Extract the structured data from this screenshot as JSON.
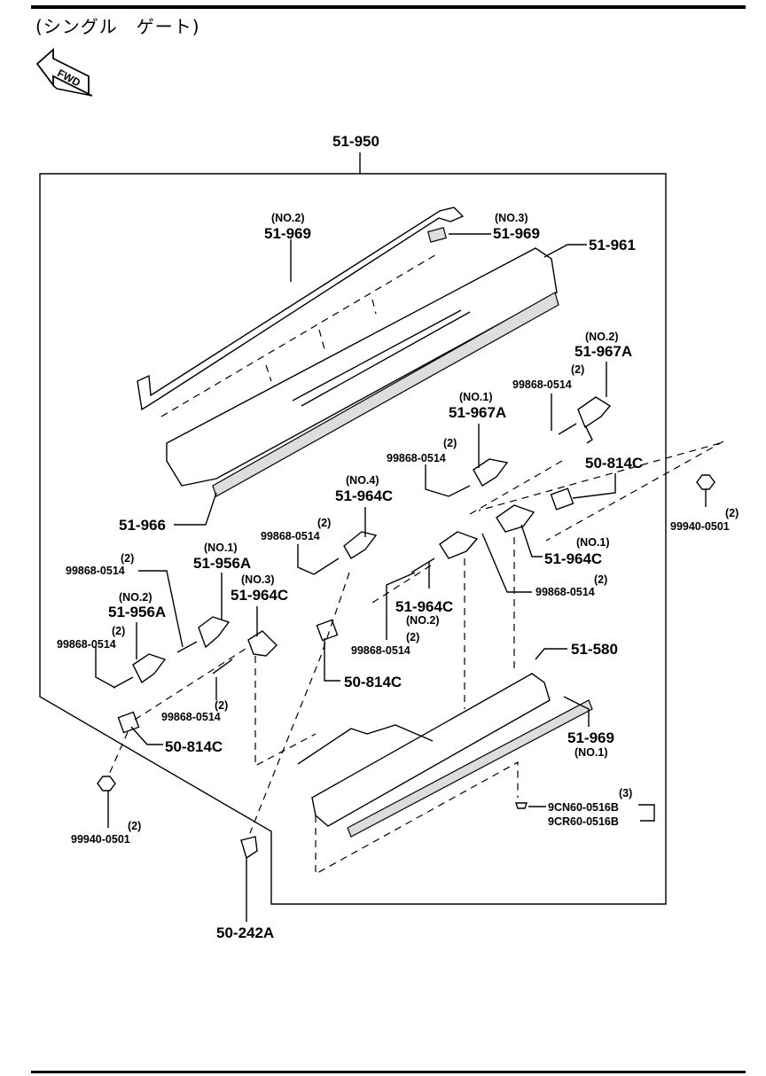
{
  "header": {
    "title": "(シングル　ゲート)",
    "fwd_label": "FWD"
  },
  "callouts": {
    "assy": "51-950",
    "molding_no2_tag": "(NO.2)",
    "molding_no2": "51-969",
    "molding_no3_tag": "(NO.3)",
    "molding_no3": "51-969",
    "spoiler": "51-961",
    "seal": "51-966",
    "br967_no2_tag": "(NO.2)",
    "br967_no2": "51-967A",
    "br967_no2_bolt_qty": "(2)",
    "br967_no2_bolt": "99868-0514",
    "br967_no1_tag": "(NO.1)",
    "br967_no1": "51-967A",
    "br967_no1_bolt_qty": "(2)",
    "br967_no1_bolt": "99868-0514",
    "clip_right": "50-814C",
    "nut_right_qty": "(2)",
    "nut_right": "99940-0501",
    "br964_no4_tag": "(NO.4)",
    "br964_no4": "51-964C",
    "br964_no4_bolt_qty": "(2)",
    "br964_no4_bolt": "99868-0514",
    "br964_no1_tag": "(NO.1)",
    "br964_no1": "51-964C",
    "br964_no1_bolt_qty": "(2)",
    "br964_no1_bolt": "99868-0514",
    "br964_no2": "51-964C",
    "br964_no2_tag": "(NO.2)",
    "br964_no2_bolt_qty": "(2)",
    "br964_no2_bolt": "99868-0514",
    "br956_no1_bolt_qty": "(2)",
    "br956_no1_bolt": "99868-0514",
    "br956_no1_tag": "(NO.1)",
    "br956_no1": "51-956A",
    "br964_no3_tag": "(NO.3)",
    "br964_no3": "51-964C",
    "br956_no2_tag": "(NO.2)",
    "br956_no2": "51-956A",
    "br956_no2_bolt_qty": "(2)",
    "br956_no2_bolt": "99868-0514",
    "br964_no3_bolt_qty": "(2)",
    "br964_no3_bolt": "99868-0514",
    "clip_center": "50-814C",
    "clip_left": "50-814C",
    "lamp": "51-580",
    "molding_no1": "51-969",
    "molding_no1_tag": "(NO.1)",
    "screw_qty": "(3)",
    "screw_a": "9CN60-0516B",
    "screw_b": "9CR60-0516B",
    "nut_left_qty": "(2)",
    "nut_left": "99940-0501",
    "grommet": "50-242A"
  }
}
